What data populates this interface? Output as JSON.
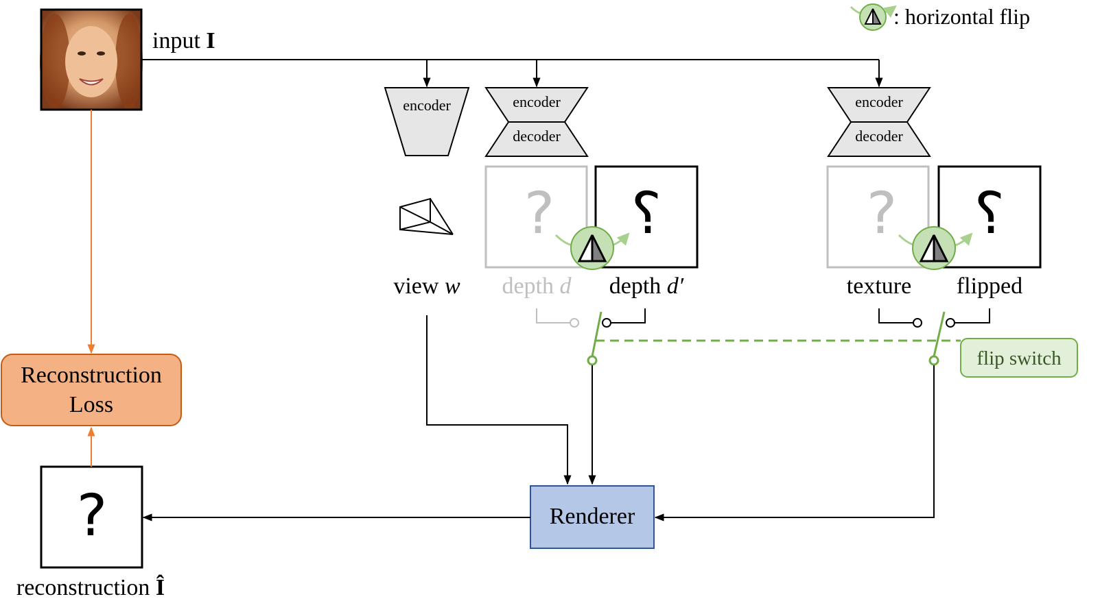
{
  "legend": {
    "flip_label": ": horizontal flip"
  },
  "input": {
    "label_prefix": "input ",
    "label_symbol": "I"
  },
  "view_encoder": {
    "label": "encoder",
    "caption_prefix": "view ",
    "caption_var": "w"
  },
  "depth_net": {
    "encoder_label": "encoder",
    "decoder_label": "decoder",
    "depth_prefix": "depth ",
    "depth_var": "d",
    "flipped_prefix": "depth ",
    "flipped_var": "d′",
    "glyph": "?"
  },
  "texture_net": {
    "encoder_label": "encoder",
    "decoder_label": "decoder",
    "texture_label": "texture",
    "flipped_label": "flipped",
    "glyph": "?"
  },
  "flip_switch": {
    "label": "flip switch"
  },
  "loss": {
    "line1": "Reconstruction",
    "line2": "Loss"
  },
  "renderer": {
    "label": "Renderer"
  },
  "reconstruction": {
    "label_prefix": "reconstruction ",
    "label_symbol": "Î",
    "glyph": "?"
  },
  "colors": {
    "line": "#000000",
    "loss_fill": "#f4b183",
    "loss_stroke": "#c55a11",
    "loss_arrow": "#ed7d31",
    "renderer_fill": "#b4c7e7",
    "renderer_stroke": "#2f5597",
    "green": "#70ad47",
    "green_fill": "#c5e0b4",
    "light_green_fill": "#e2f0d9",
    "gray": "#bfbfbf",
    "net_fill": "#e7e6e6"
  }
}
